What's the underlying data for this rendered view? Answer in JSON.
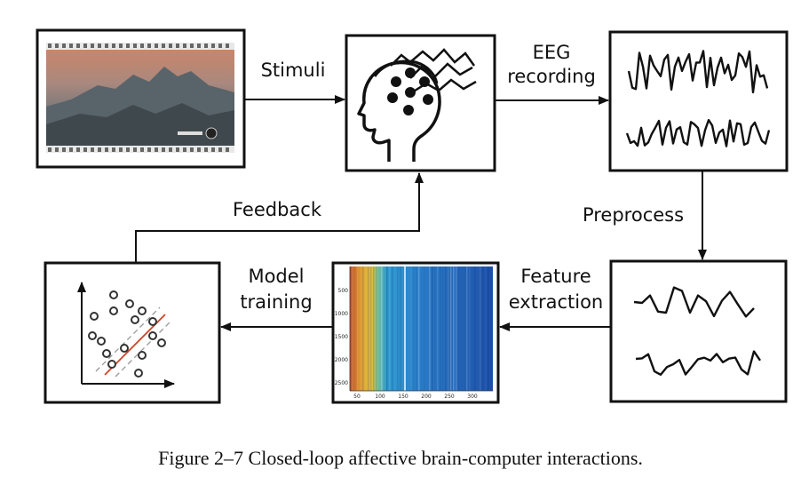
{
  "labels": {
    "stimuli": "Stimuli",
    "eeg_line1": "EEG",
    "eeg_line2": "recording",
    "preprocess": "Preprocess",
    "feature_line1": "Feature",
    "feature_line2": "extraction",
    "model_line1": "Model",
    "model_line2": "training",
    "feedback": "Feedback"
  },
  "spectrogram": {
    "y_ticks": [
      "500",
      "1000",
      "1500",
      "2000",
      "2500"
    ],
    "x_ticks": [
      "50",
      "100",
      "150",
      "200",
      "250",
      "300"
    ]
  },
  "caption": "Figure 2–7 Closed-loop affective brain-computer interactions."
}
